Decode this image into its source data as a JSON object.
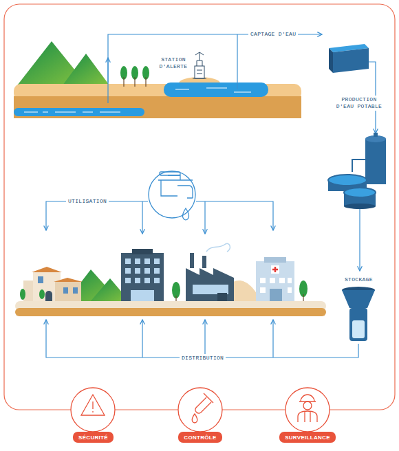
{
  "diagram": {
    "nodes": [
      {
        "text": [
          "SÉCURITÉ"
        ]
      },
      {
        "text": [
          "CONTRÔLE"
        ]
      },
      {
        "text": [
          "SURVEILLANCE"
        ]
      }
    ],
    "labels": [
      "CAPTAGE D'EAU",
      "STATION D'ALERTE",
      "PRODUCTION D'EAU POTABLE",
      "STOCKAGE",
      "UTILISATION",
      "DISTRIBUTION"
    ]
  }
}
